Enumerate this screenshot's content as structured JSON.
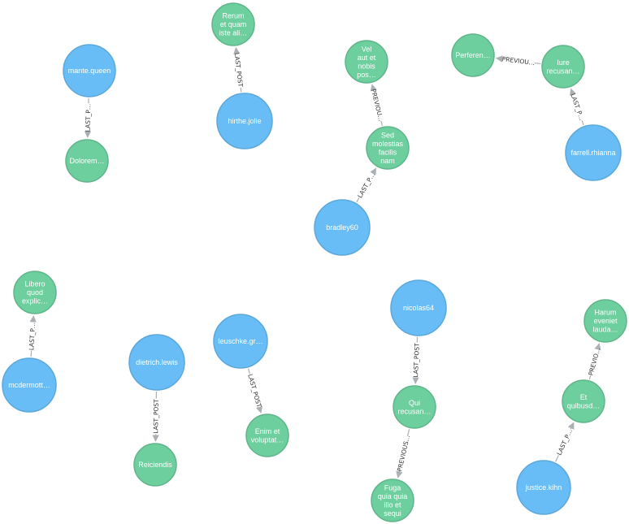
{
  "colors": {
    "user_node_fill": "#68bdf6",
    "user_node_stroke": "#5ca8db",
    "post_node_fill": "#6dce9e",
    "post_node_stroke": "#60b58b",
    "edge": "#aab0b4",
    "edge_label": "#333333"
  },
  "nodes": [
    {
      "id": "mante",
      "type": "user",
      "label": [
        "mante.queen"
      ]
    },
    {
      "id": "dolorem",
      "type": "post",
      "label": [
        "Dolorem…"
      ]
    },
    {
      "id": "hirthe",
      "type": "user",
      "label": [
        "hirthe.jolie"
      ]
    },
    {
      "id": "rerum",
      "type": "post",
      "label": [
        "Rerum",
        "et quam",
        "iste ali…"
      ]
    },
    {
      "id": "vel",
      "type": "post",
      "label": [
        "Vel",
        "aut et",
        "nobis",
        "pos…"
      ]
    },
    {
      "id": "sed",
      "type": "post",
      "label": [
        "Sed",
        "molestias",
        "facilis",
        "nam"
      ]
    },
    {
      "id": "bradley",
      "type": "user",
      "label": [
        "bradley60"
      ]
    },
    {
      "id": "perferen",
      "type": "post",
      "label": [
        "Perferen…"
      ]
    },
    {
      "id": "iure",
      "type": "post",
      "label": [
        "Iure",
        "recusan…"
      ]
    },
    {
      "id": "farrell",
      "type": "user",
      "label": [
        "farrell.rhianna"
      ]
    },
    {
      "id": "libero",
      "type": "post",
      "label": [
        "Libero",
        "quod",
        "explic…"
      ]
    },
    {
      "id": "mcdermott",
      "type": "user",
      "label": [
        "mcdermott…"
      ]
    },
    {
      "id": "dietrich",
      "type": "user",
      "label": [
        "dietrich.lewis"
      ]
    },
    {
      "id": "reiciendis",
      "type": "post",
      "label": [
        "Reiciendis"
      ]
    },
    {
      "id": "leuschke",
      "type": "user",
      "label": [
        "leuschke.gr…"
      ]
    },
    {
      "id": "enim",
      "type": "post",
      "label": [
        "Enim et",
        "voluptat…"
      ]
    },
    {
      "id": "nicolas",
      "type": "user",
      "label": [
        "nicolas64"
      ]
    },
    {
      "id": "qui",
      "type": "post",
      "label": [
        "Qui",
        "recusan…"
      ]
    },
    {
      "id": "fuga",
      "type": "post",
      "label": [
        "Fuga",
        "quia quia",
        "illo et",
        "sequi"
      ]
    },
    {
      "id": "harum",
      "type": "post",
      "label": [
        "Harum",
        "eveniet",
        "lauda…"
      ]
    },
    {
      "id": "et",
      "type": "post",
      "label": [
        "Et",
        "quibusd…"
      ]
    },
    {
      "id": "justice",
      "type": "user",
      "label": [
        "justice.kihn"
      ]
    }
  ],
  "edges": [
    {
      "from": "mante",
      "to": "dolorem",
      "label": "LAST_P…"
    },
    {
      "from": "hirthe",
      "to": "rerum",
      "label": "LAST_POST"
    },
    {
      "from": "sed",
      "to": "vel",
      "label": "PREVIOU…"
    },
    {
      "from": "bradley",
      "to": "sed",
      "label": "LAST_P…"
    },
    {
      "from": "iure",
      "to": "perferen",
      "label": "PREVIOU…"
    },
    {
      "from": "farrell",
      "to": "iure",
      "label": "LAST_P…"
    },
    {
      "from": "mcdermott",
      "to": "libero",
      "label": "LAST_P…"
    },
    {
      "from": "dietrich",
      "to": "reiciendis",
      "label": "LAST_POST"
    },
    {
      "from": "leuschke",
      "to": "enim",
      "label": "LAST_POST"
    },
    {
      "from": "nicolas",
      "to": "qui",
      "label": "LAST_POST"
    },
    {
      "from": "qui",
      "to": "fuga",
      "label": "PREVIOUS…"
    },
    {
      "from": "et",
      "to": "harum",
      "label": "PREVIO…"
    },
    {
      "from": "justice",
      "to": "et",
      "label": "LAST_P…"
    }
  ]
}
